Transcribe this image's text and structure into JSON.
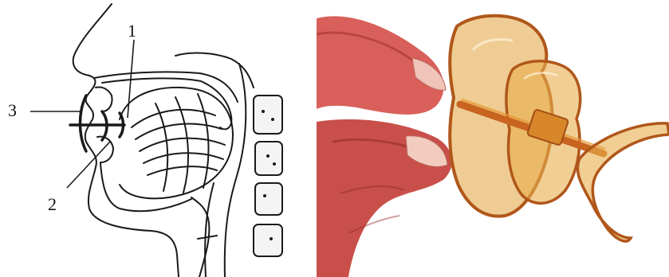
{
  "figure": {
    "left_panel": {
      "callouts": [
        {
          "number": "1"
        },
        {
          "number": "2"
        },
        {
          "number": "3"
        }
      ]
    },
    "right_panel": {
      "objects": [
        "hand-icon",
        "oral-screen-device-icon"
      ]
    },
    "colors": {
      "line_art": "#1a1a1a",
      "device_amber": "#e2a23a",
      "device_edge": "#b0571a",
      "skin": "#d9605a",
      "skin_shadow": "#a8322f"
    }
  }
}
